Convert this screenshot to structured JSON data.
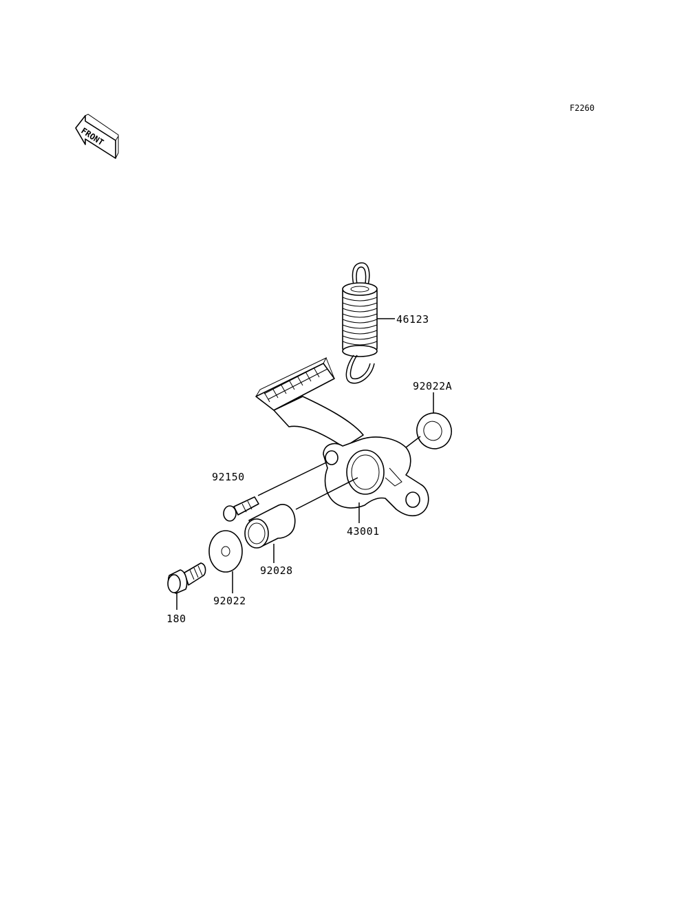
{
  "figure_code": "F2260",
  "front_label": "FRONT",
  "parts": {
    "spring": "46123",
    "washer_a": "92022A",
    "pin": "92150",
    "pedal": "43001",
    "collar": "92028",
    "washer": "92022",
    "bolt": "180"
  }
}
